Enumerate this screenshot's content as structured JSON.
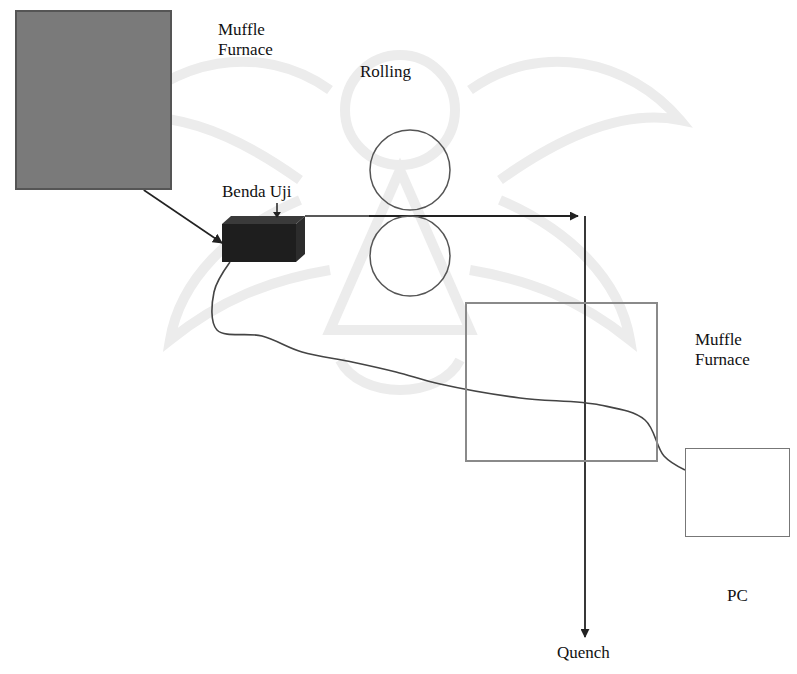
{
  "diagram": {
    "nodes": [
      {
        "text": [
          "Muffle Furnace"
        ]
      },
      {
        "text": [
          "Benda Uji"
        ]
      },
      {
        "text": [
          "Rolling"
        ]
      },
      {
        "text": [
          "Muffle Furnace"
        ]
      },
      {
        "text": [
          "PC"
        ]
      }
    ],
    "edges": [
      {
        "from": 0,
        "to": 1,
        "arrow": "to"
      },
      {
        "from": 1,
        "to": 2,
        "arrow": "none"
      },
      {
        "from": 1,
        "to": 4,
        "arrow": "none"
      }
    ],
    "labels": [
      "Quench"
    ]
  }
}
